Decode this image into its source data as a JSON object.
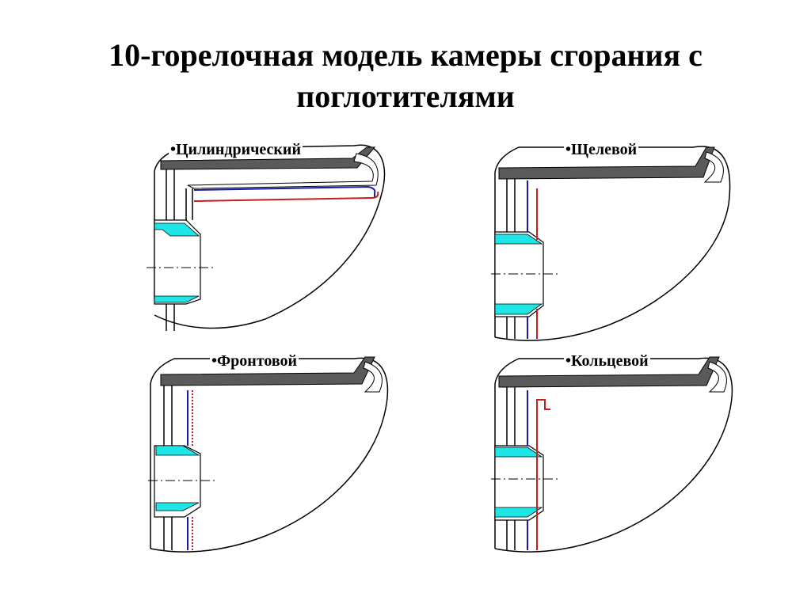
{
  "title": {
    "line1": "10-горелочная модель камеры сгорания с",
    "line2": "поглотителями"
  },
  "panels": [
    {
      "label": "•Цилиндрический",
      "absorber": "cylindrical"
    },
    {
      "label": "•Щелевой",
      "absorber": "slot"
    },
    {
      "label": "•Фронтовой",
      "absorber": "front"
    },
    {
      "label": "•Кольцевой",
      "absorber": "annular"
    }
  ],
  "colors": {
    "liner_gray": "#5a5a5a",
    "burner_cyan": "#1fe6e6",
    "absorber_blue": "#1a1aa8",
    "absorber_red": "#c81e1e",
    "outline": "#000000"
  }
}
